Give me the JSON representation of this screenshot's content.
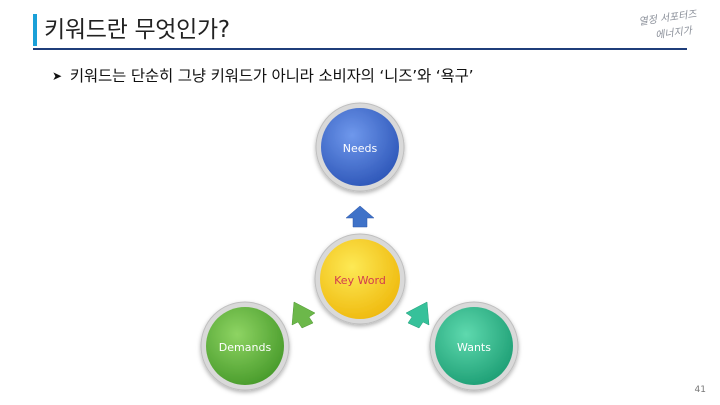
{
  "slide": {
    "title": "키워드란 무엇인가?",
    "bullet_text": "키워드는 단순히 그냥 키워드가 아니라 소비자의 ‘니즈’와 ‘욕구’",
    "page_number": "41"
  },
  "logo": {
    "line1": "열정 서포터즈",
    "line2": "에너지가",
    "color": "#8a8f99"
  },
  "diagram": {
    "center": {
      "label": "Key Word",
      "fill": "#f7d21b",
      "text_color": "#d23c4e"
    },
    "nodes": [
      {
        "label": "Needs",
        "fill": "#3d6fd6"
      },
      {
        "label": "Wants",
        "fill": "#2fba8e"
      },
      {
        "label": "Demands",
        "fill": "#5fb03c"
      }
    ]
  }
}
